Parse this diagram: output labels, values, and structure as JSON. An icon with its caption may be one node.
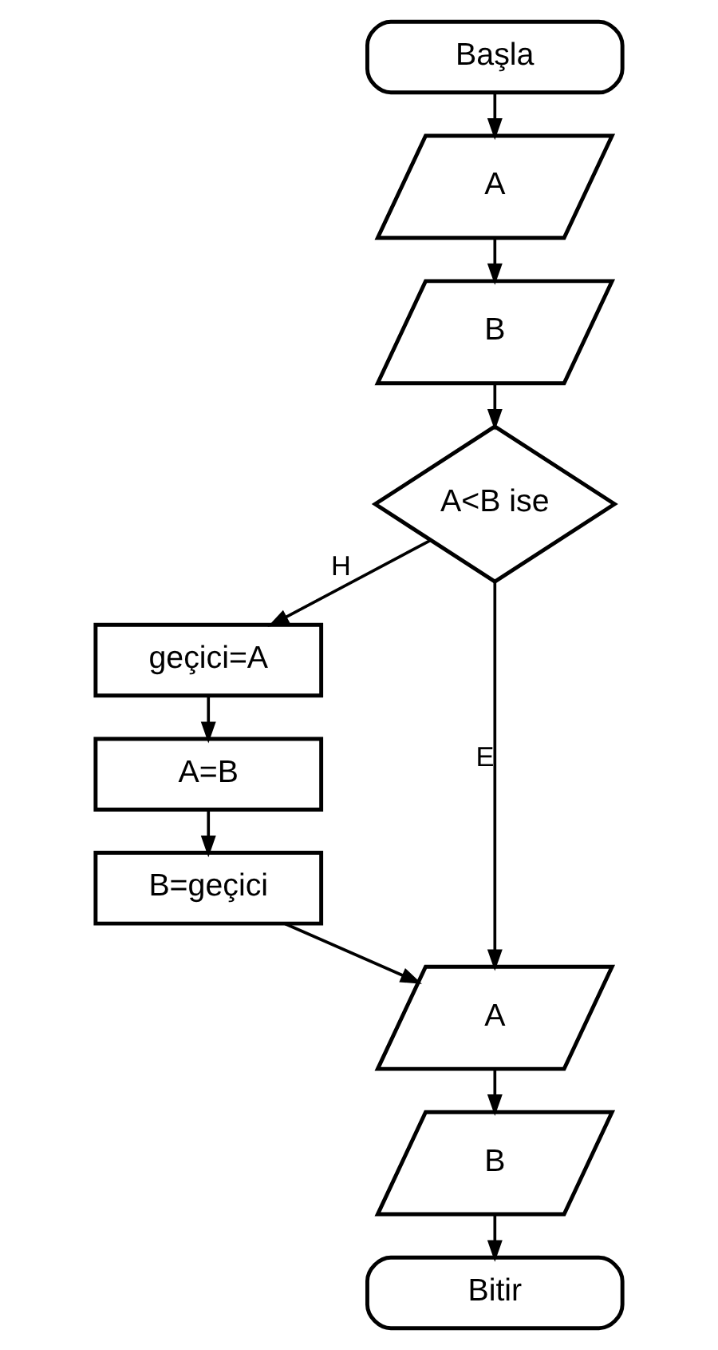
{
  "diagram": {
    "nodes": [
      {
        "text": [
          "Başla"
        ]
      },
      {
        "text": [
          "A"
        ]
      },
      {
        "text": [
          "B"
        ]
      },
      {
        "text": [
          "A<B ise"
        ]
      },
      {
        "text": [
          "geçici=A"
        ]
      },
      {
        "text": [
          "A=B"
        ]
      },
      {
        "text": [
          "B=geçici"
        ]
      },
      {
        "text": [
          "A"
        ]
      },
      {
        "text": [
          "B"
        ]
      },
      {
        "text": [
          "Bitir"
        ]
      }
    ],
    "edges": [
      {
        "from": 0,
        "to": 1,
        "arrow": "to"
      },
      {
        "from": 1,
        "to": 2,
        "arrow": "to"
      },
      {
        "from": 2,
        "to": 3,
        "arrow": "to"
      },
      {
        "from": 3,
        "to": 4,
        "arrow": "to",
        "label": "H"
      },
      {
        "from": 4,
        "to": 5,
        "arrow": "to"
      },
      {
        "from": 5,
        "to": 6,
        "arrow": "to"
      },
      {
        "from": 6,
        "to": 7,
        "arrow": "to"
      },
      {
        "from": 3,
        "to": 7,
        "arrow": "to",
        "label": "E"
      },
      {
        "from": 7,
        "to": 8,
        "arrow": "to"
      },
      {
        "from": 8,
        "to": 9,
        "arrow": "to"
      }
    ]
  }
}
